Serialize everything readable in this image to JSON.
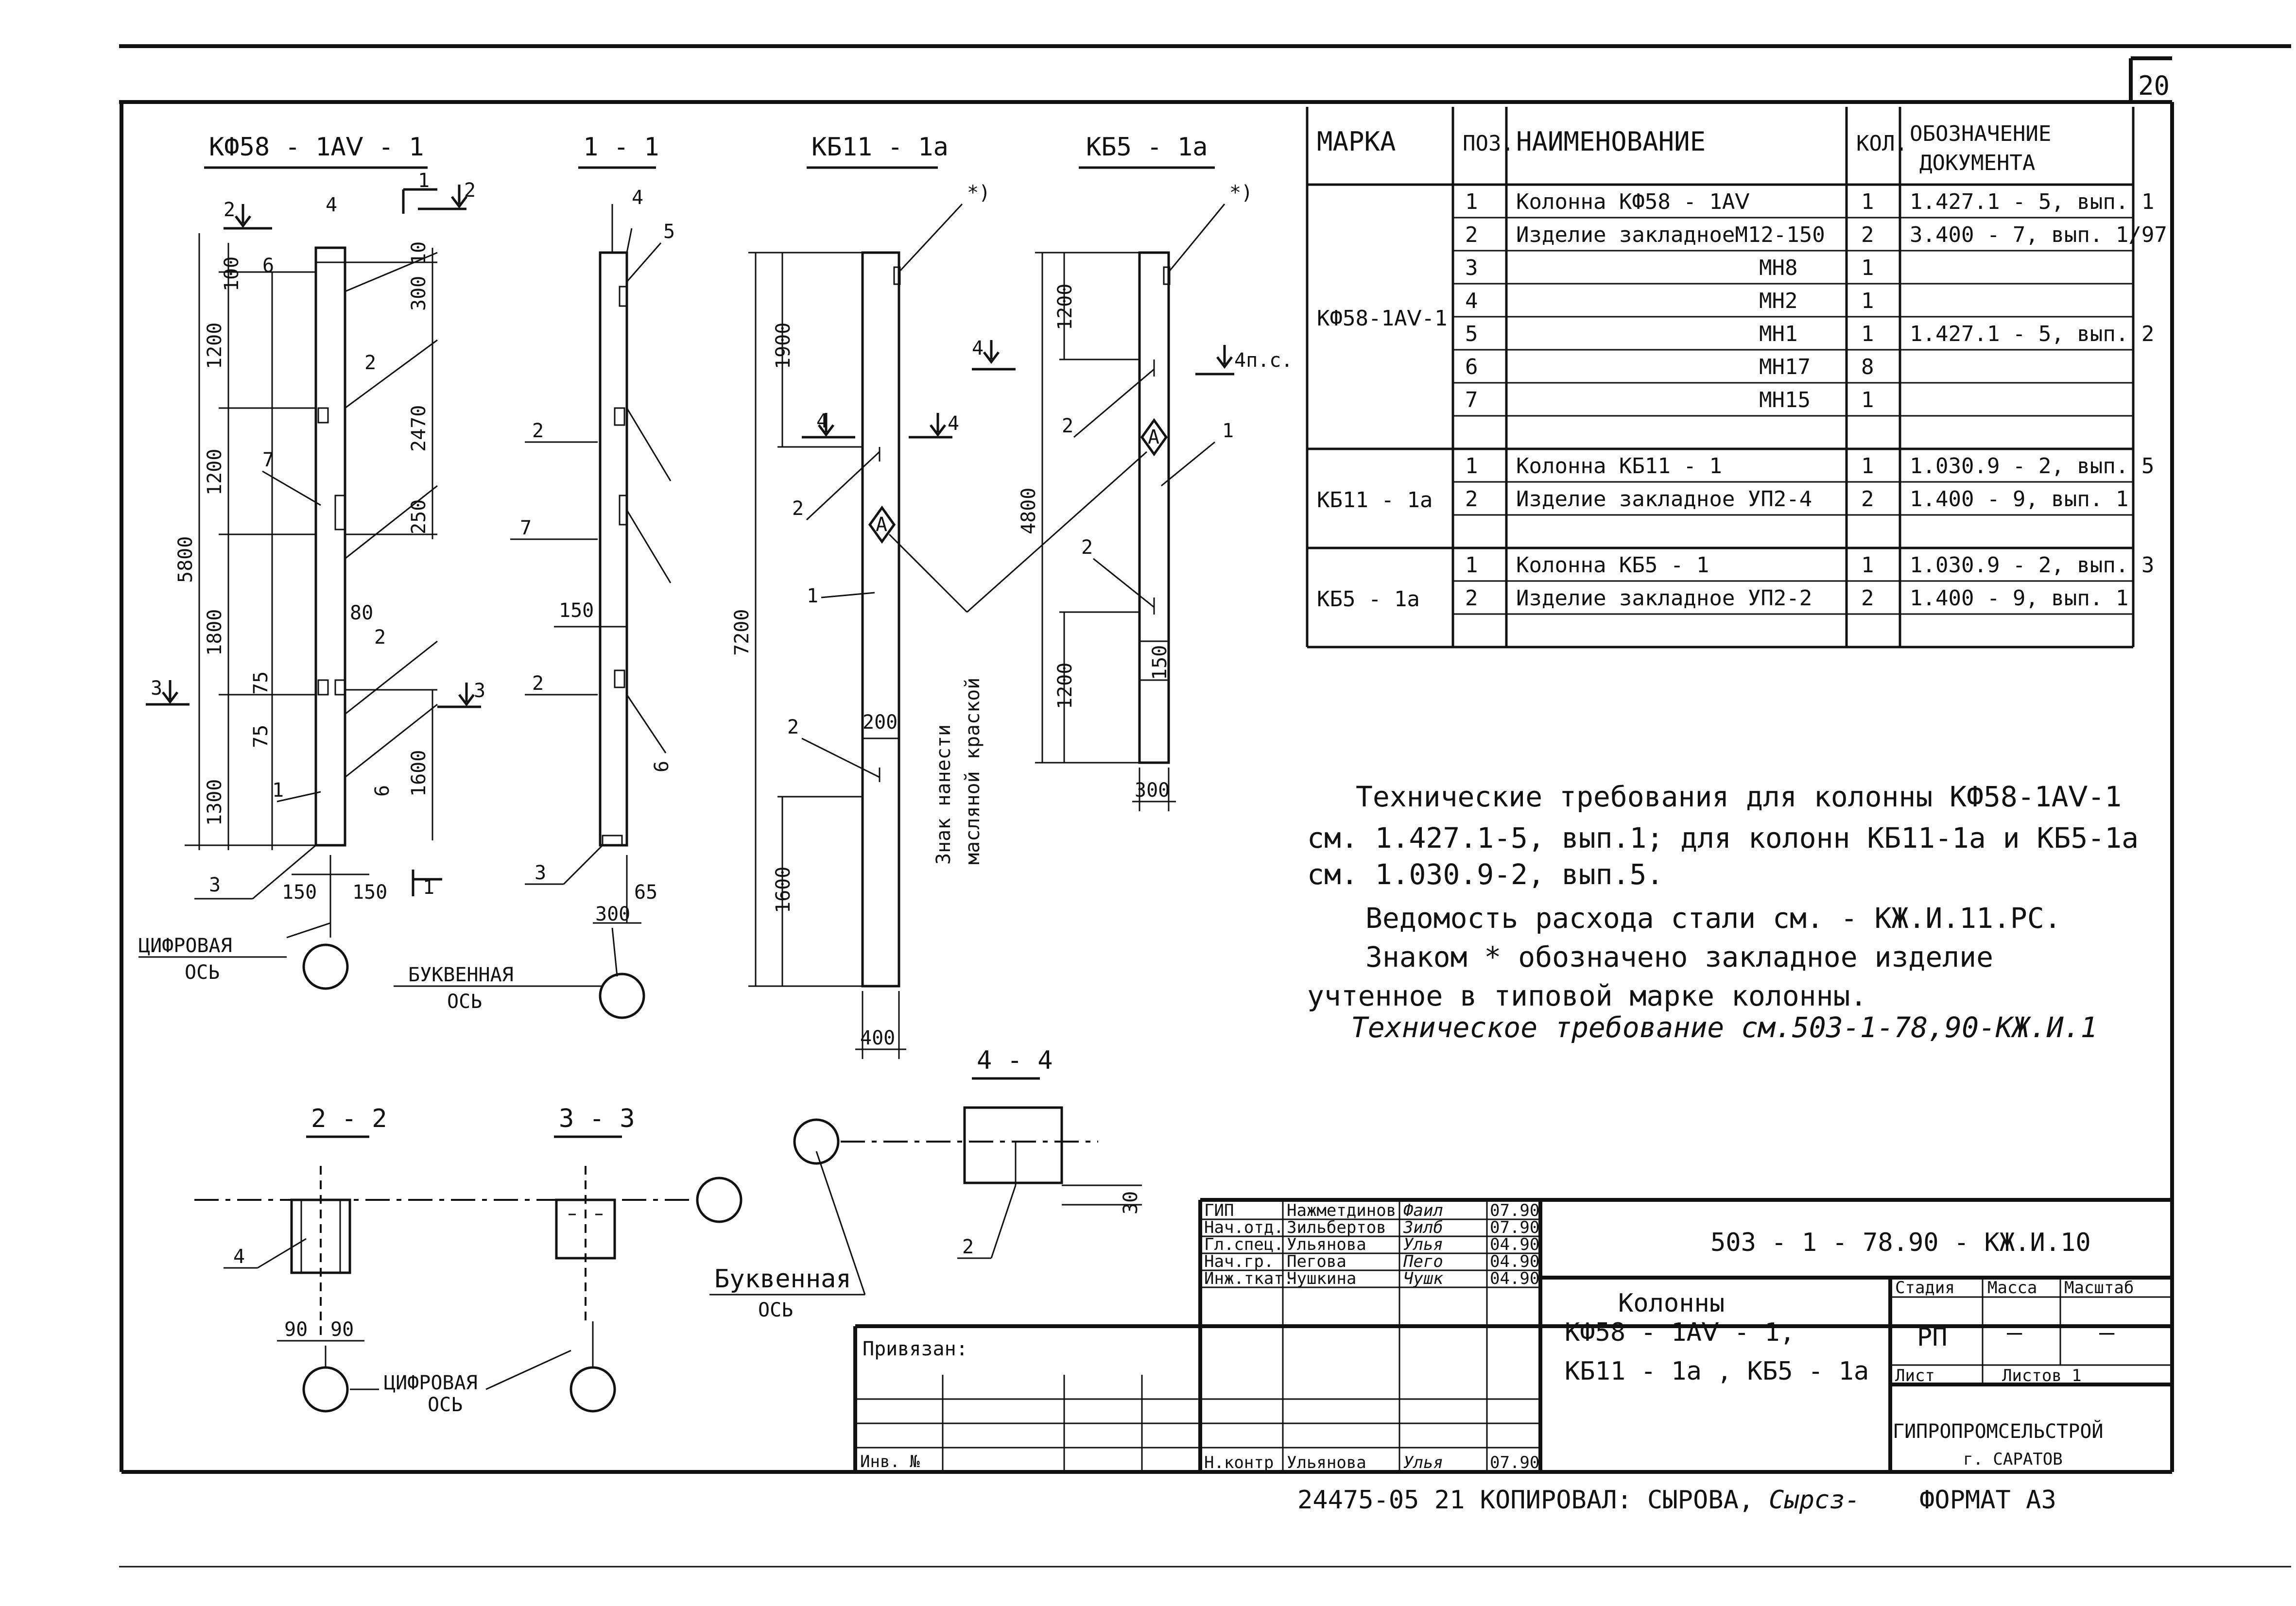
{
  "sheet": {
    "number": "20",
    "format": "ФОРМАТ А3",
    "copied_by": "24475-05 21 КОПИРОВАЛ: СЫРОВА,",
    "copy_sign": "Сырсз-"
  },
  "views": {
    "kf_title": "КФ58 - 1АⅤ - 1",
    "section11_title": "1 - 1",
    "kb11_title": "КБ11 - 1а",
    "kb5_title": "КБ5 - 1а",
    "section22_title": "2 - 2",
    "section33_title": "3 - 3",
    "section44_title": "4 - 4",
    "star_mark": "*)",
    "star_mark2": "*)",
    "mark_a": "А",
    "mark_a2": "А",
    "paint_note_1": "Знак нанести",
    "paint_note_2": "масляной краской",
    "digit_axis_1": "ЦИФРОВАЯ",
    "digit_axis_2": "ОСЬ",
    "letter_axis_1": "БУКВЕННАЯ",
    "letter_axis_2": "ОСЬ",
    "letter_axis_b1": "Буквенная",
    "letter_axis_b2": "ОСЬ",
    "digit_axis_b1": "ЦИФРОВАЯ",
    "digit_axis_b2": "ОСЬ",
    "cut_2": "2",
    "cut_3": "3",
    "cut_4": "4",
    "cut_4ps": "4п.с.",
    "cut_1": "1",
    "pos_1": "1",
    "pos_2": "2",
    "pos_3": "3",
    "pos_4": "4",
    "pos_5": "5",
    "pos_6": "6",
    "pos_7": "7"
  },
  "dims": {
    "kf_total": "5800",
    "kf_a": "1300",
    "kf_b": "1800",
    "kf_c": "1200",
    "kf_d": "1200",
    "kf_e": "100",
    "kf_f": "75",
    "kf_g": "75",
    "kf_h": "300",
    "kf_i": "10",
    "kf_j": "2470",
    "kf_k": "250",
    "kf_l": "80",
    "kf_m": "1600",
    "kf_n": "150",
    "kf_o": "150",
    "s11_a": "150",
    "s11_b": "65",
    "s11_c": "300",
    "kb11_total": "7200",
    "kb11_a": "1900",
    "kb11_b": "1600",
    "kb11_c": "200",
    "kb11_d": "400",
    "kb5_a": "1200",
    "kb5_b": "4800",
    "kb5_c": "1200",
    "kb5_d": "150",
    "kb5_e": "300",
    "s22_a": "90",
    "s22_b": "90",
    "s44_a": "30"
  },
  "spec_table": {
    "headers": [
      "МАРКА",
      "ПОЗ.",
      "НАИМЕНОВАНИЕ",
      "КОЛ.",
      "ОБОЗНАЧЕНИЕ ДОКУМЕНТА"
    ],
    "groups": [
      {
        "mark": "КФ58-1АⅤ-1",
        "rows": [
          {
            "pos": "1",
            "name": "Колонна КФ58 - 1АⅤ",
            "qty": "1",
            "doc": "1.427.1 - 5, вып. 1"
          },
          {
            "pos": "2",
            "name": "Изделие закладноеМ12-150",
            "qty": "2",
            "doc": "3.400 - 7, вып. 1/97"
          },
          {
            "pos": "3",
            "name": "МН8",
            "qty": "1",
            "doc": ""
          },
          {
            "pos": "4",
            "name": "МН2",
            "qty": "1",
            "doc": ""
          },
          {
            "pos": "5",
            "name": "МН1",
            "qty": "1",
            "doc": "1.427.1 - 5, вып. 2"
          },
          {
            "pos": "6",
            "name": "МН17",
            "qty": "8",
            "doc": ""
          },
          {
            "pos": "7",
            "name": "МН15",
            "qty": "1",
            "doc": ""
          }
        ]
      },
      {
        "mark": "КБ11 - 1а",
        "rows": [
          {
            "pos": "1",
            "name": "Колонна  КБ11 - 1",
            "qty": "1",
            "doc": "1.030.9 - 2, вып. 5"
          },
          {
            "pos": "2",
            "name": "Изделие закладное УП2-4",
            "qty": "2",
            "doc": "1.400 - 9, вып. 1"
          }
        ]
      },
      {
        "mark": "КБ5 - 1а",
        "rows": [
          {
            "pos": "1",
            "name": "Колонна  КБ5 - 1",
            "qty": "1",
            "doc": "1.030.9 - 2, вып. 3"
          },
          {
            "pos": "2",
            "name": "Изделие закладное УП2-2",
            "qty": "2",
            "doc": "1.400 - 9, вып. 1"
          }
        ]
      }
    ]
  },
  "notes": [
    "Технические требования для колонны КФ58-1АⅤ-1",
    "см. 1.427.1-5, вып.1; для колонн  КБ11-1а  и КБ5-1а",
    "см. 1.030.9-2, вып.5.",
    "Ведомость расхода стали см.   - КЖ.И.11.РС.",
    "Знаком * обозначено закладное изделие",
    "учтенное в типовой марке колонны.",
    "Техническое требование см.503-1-78,90-КЖ.И.1"
  ],
  "stamp": {
    "code": "503 - 1 - 78.90 - КЖ.И.10",
    "title": [
      "Колонны",
      "КФ58 - 1АⅤ - 1,",
      "КБ11 - 1а , КБ5 - 1а"
    ],
    "stage_label": "Стадия",
    "mass_label": "Масса",
    "scale_label": "Масштаб",
    "stage": "РП",
    "mass": "—",
    "scale": "—",
    "sheet_label": "Лист",
    "sheets_label": "Листов 1",
    "org": "ГИПРОПРОМСЕЛЬСТРОЙ",
    "city": "г. САРАТОВ",
    "tied_label": "Привязан:",
    "inv_label": "Инв. №",
    "people": [
      {
        "role": "ГИП",
        "name": "Нажметдинов",
        "sign": "Фаил",
        "date": "07.90"
      },
      {
        "role": "Нач.отд.",
        "name": "Зильбертов",
        "sign": "Зилб",
        "date": "07.90"
      },
      {
        "role": "Гл.спец.",
        "name": "Ульянова",
        "sign": "Улья",
        "date": "04.90"
      },
      {
        "role": "Нач.гр.",
        "name": "Пегова",
        "sign": "Пего",
        "date": "04.90"
      },
      {
        "role": "Инж.ткат.",
        "name": "Чушкина",
        "sign": "Чушк",
        "date": "04.90"
      }
    ],
    "nkontr": {
      "role": "Н.контр",
      "name": "Ульянова",
      "sign": "Улья",
      "date": "07.90"
    }
  }
}
